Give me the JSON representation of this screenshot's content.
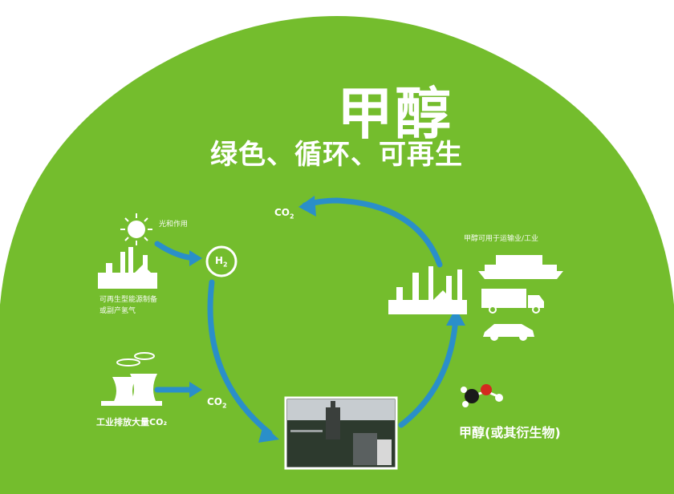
{
  "title": "甲醇",
  "subtitle": "绿色、循环、可再生",
  "labels": {
    "photosynthesis": "光和作用",
    "renewable": "可再生型能源制备",
    "renewable_hydrogen": "或副产氢气",
    "h2_base": "H",
    "h2_sub": "2",
    "co2_base": "CO",
    "co2_sub": "2",
    "industrial_emission": "工业排放大量CO₂",
    "methanol_use": "甲醇可用于运输业/工业",
    "methanol_derivatives": "甲醇(或其衍生物)"
  },
  "colors": {
    "background_green": "#74bd2d",
    "arrow_blue": "#2a8fc9",
    "white": "#ffffff"
  },
  "icons": [
    "sun-icon",
    "factory-icon",
    "cooling-tower-icon",
    "ship-icon",
    "truck-icon",
    "car-icon",
    "molecule-icon",
    "plant-photo"
  ]
}
